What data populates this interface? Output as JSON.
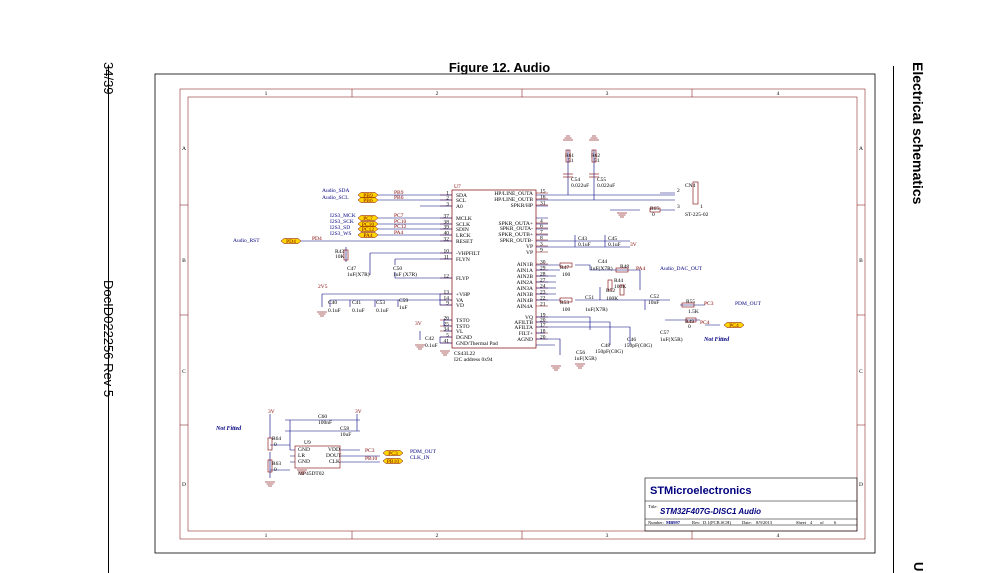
{
  "page": {
    "page_number": "34/39",
    "doc_id": "DocID022256 Rev 5",
    "section": "Electrical schematics",
    "corner_letter": "U",
    "figure_title": "Figure 12. Audio"
  },
  "frame": {
    "cols": [
      "1",
      "2",
      "3",
      "4"
    ],
    "rows": [
      "A",
      "B",
      "C",
      "D"
    ]
  },
  "u7": {
    "ref": "U7",
    "part": "CS43L22",
    "addr": "I2C address 0x94",
    "left_pins": [
      {
        "num": "1",
        "name": "SDA"
      },
      {
        "num": "2",
        "name": "SCL"
      },
      {
        "num": "3",
        "name": "A0"
      },
      {
        "num": "37",
        "name": "MCLK"
      },
      {
        "num": "38",
        "name": "SCLK"
      },
      {
        "num": "39",
        "name": "SDIN"
      },
      {
        "num": "40",
        "name": "LRCK"
      },
      {
        "num": "32",
        "name": "RESET"
      },
      {
        "num": "10",
        "name": "-VHPFILT"
      },
      {
        "num": "11",
        "name": "FLYN"
      },
      {
        "num": "12",
        "name": "FLYP"
      },
      {
        "num": "13",
        "name": "+VHP"
      },
      {
        "num": "14",
        "name": "VA"
      },
      {
        "num": "9",
        "name": "VD"
      },
      {
        "num": "26",
        "name": "TSTO"
      },
      {
        "num": "25",
        "name": "TSTO"
      },
      {
        "num": "34",
        "name": "VL"
      },
      {
        "num": "5",
        "name": "DGND"
      },
      {
        "num": "41",
        "name": "GND/Thermal Pad"
      }
    ],
    "right_pins": [
      {
        "num": "15",
        "name": "HP/LINE_OUTA"
      },
      {
        "num": "16",
        "name": "HP/LINE_OUTB"
      },
      {
        "num": "31",
        "name": "SPKR/HP"
      },
      {
        "num": "4",
        "name": "SPKR_OUTA+"
      },
      {
        "num": "6",
        "name": "SPKR_OUTA-"
      },
      {
        "num": "7",
        "name": "SPKR_OUTB+"
      },
      {
        "num": "8",
        "name": "SPKR_OUTB-"
      },
      {
        "num": "3",
        "name": "VP"
      },
      {
        "num": "9",
        "name": "VP"
      },
      {
        "num": "30",
        "name": "AIN1B"
      },
      {
        "num": "29",
        "name": "AIN1A"
      },
      {
        "num": "28",
        "name": "AIN2B"
      },
      {
        "num": "27",
        "name": "AIN2A"
      },
      {
        "num": "24",
        "name": "AIN3A"
      },
      {
        "num": "23",
        "name": "AIN3B"
      },
      {
        "num": "22",
        "name": "AIN4B"
      },
      {
        "num": "21",
        "name": "AIN4A"
      },
      {
        "num": "19",
        "name": "VQ"
      },
      {
        "num": "20",
        "name": "AFILTB"
      },
      {
        "num": "17",
        "name": "AFILTA"
      },
      {
        "num": "18",
        "name": "FILT+"
      },
      {
        "num": "20",
        "name": "AGND"
      }
    ]
  },
  "nets": {
    "audio_sda": "Audio_SDA",
    "audio_scl": "Audio_SCL",
    "i2s3_mck": "I2S3_MCK",
    "i2s3_sck": "I2S3_SCK",
    "i2s3_sd": "I2S3_SD",
    "i2s3_ws": "I2S3_WS",
    "audio_rst": "Audio_RST",
    "audio_dac_out": "Audio_DAC_OUT",
    "pdm_out": "PDM_OUT",
    "pdm_out2": "PDM_OUT",
    "clk_in": "CLK_IN"
  },
  "ports": {
    "pb9": "PB9",
    "pb6": "PB6",
    "pc7": "PC7",
    "pc10": "PC10",
    "pc12": "PC12",
    "pa4": "PA4",
    "pd4": "PD4",
    "pc4": "PC4",
    "pc3": "PC3",
    "pb10": "PB10",
    "pa4b": "PA4",
    "pc3b": "PC3"
  },
  "components": {
    "r61": "R61",
    "r61v": "51",
    "r62": "R62",
    "r62v": "51",
    "c54": "C54",
    "c54v": "0.022uF",
    "c55": "C55",
    "c55v": "0.022uF",
    "cn4": "CN4",
    "cn4p": "ST-225-02",
    "cn4_2": "2",
    "cn4_3": "3",
    "cn4_1": "1",
    "r65": "R65",
    "r65v": "0",
    "r43": "R43",
    "r43v": "10K",
    "c47": "C47",
    "c47v": "1uF(X7R)",
    "c50": "C50",
    "c50v": "1uF (X7R)",
    "c43": "C43",
    "c43v": "0.1uF",
    "c45": "C45",
    "c45v": "0.1uF",
    "r47": "R47",
    "r47v": "100",
    "c44": "C44",
    "c44v": "1uF(X7R)",
    "r48": "R48",
    "r48v": "",
    "r44": "R44",
    "r44v": "100K",
    "r52": "R52",
    "r52v": "100K",
    "r53": "R53",
    "r53v": "100",
    "c51": "C51",
    "c51v": "1uF(X7R)",
    "c52": "C52",
    "c52v": "10nF",
    "r55": "R55",
    "r55v": "1.5K",
    "r49": "R49",
    "r49v": "0",
    "not_fitted": "Not Fitted",
    "not_fitted2": "Not Fitted",
    "c40": "C40",
    "c40v": "0.1uF",
    "c41": "C41",
    "c41v": "0.1uF",
    "c53": "C53",
    "c53v": "0.1uF",
    "c59": "C59",
    "c59v": "1uF",
    "c42": "C42",
    "c42v": "0.1uF",
    "c56": "C56",
    "c56v": "1uF(X5R)",
    "c48": "C48",
    "c48v": "150pF(C0G)",
    "c46": "C46",
    "c46v": "150pF(C0G)",
    "c57": "C57",
    "c57v": "1uF(X5R)",
    "c60": "C60",
    "c60v": "100nF",
    "c58": "C58",
    "c58v": "10uF",
    "r64": "R64",
    "r64v": "0",
    "r63": "R63",
    "r63v": "0",
    "u9": "U9",
    "u9p": "MP45DT02",
    "u9_gnd": "GND",
    "u9_lr": "LR",
    "u9_gnd2": "GND",
    "u9_vdd": "VDD",
    "u9_dout": "DOUT",
    "u9_clk": "CLK",
    "pwr_3v": "3V",
    "pwr_2v5": "2V5",
    "pwr_3v_b": "3V",
    "pwr_3v_c": "3V",
    "pwr_3v_d": "3V"
  },
  "title_block": {
    "company": "STMicroelectronics",
    "title_label": "Title:",
    "title": "STM32F407G-DISC1 Audio",
    "number_label": "Number:",
    "number": "MB997",
    "rev_label": "Rev:",
    "rev": "D.1(PCB.SCH)",
    "date_label": "Date:",
    "date": "8/9/2013",
    "sheet_label": "Sheet",
    "sheet": "4",
    "of_label": "of",
    "sheets": "6"
  },
  "colors": {
    "wire": "#00007f",
    "component": "#7f0000",
    "port_fill": "#ffd700",
    "border": "#000000"
  }
}
